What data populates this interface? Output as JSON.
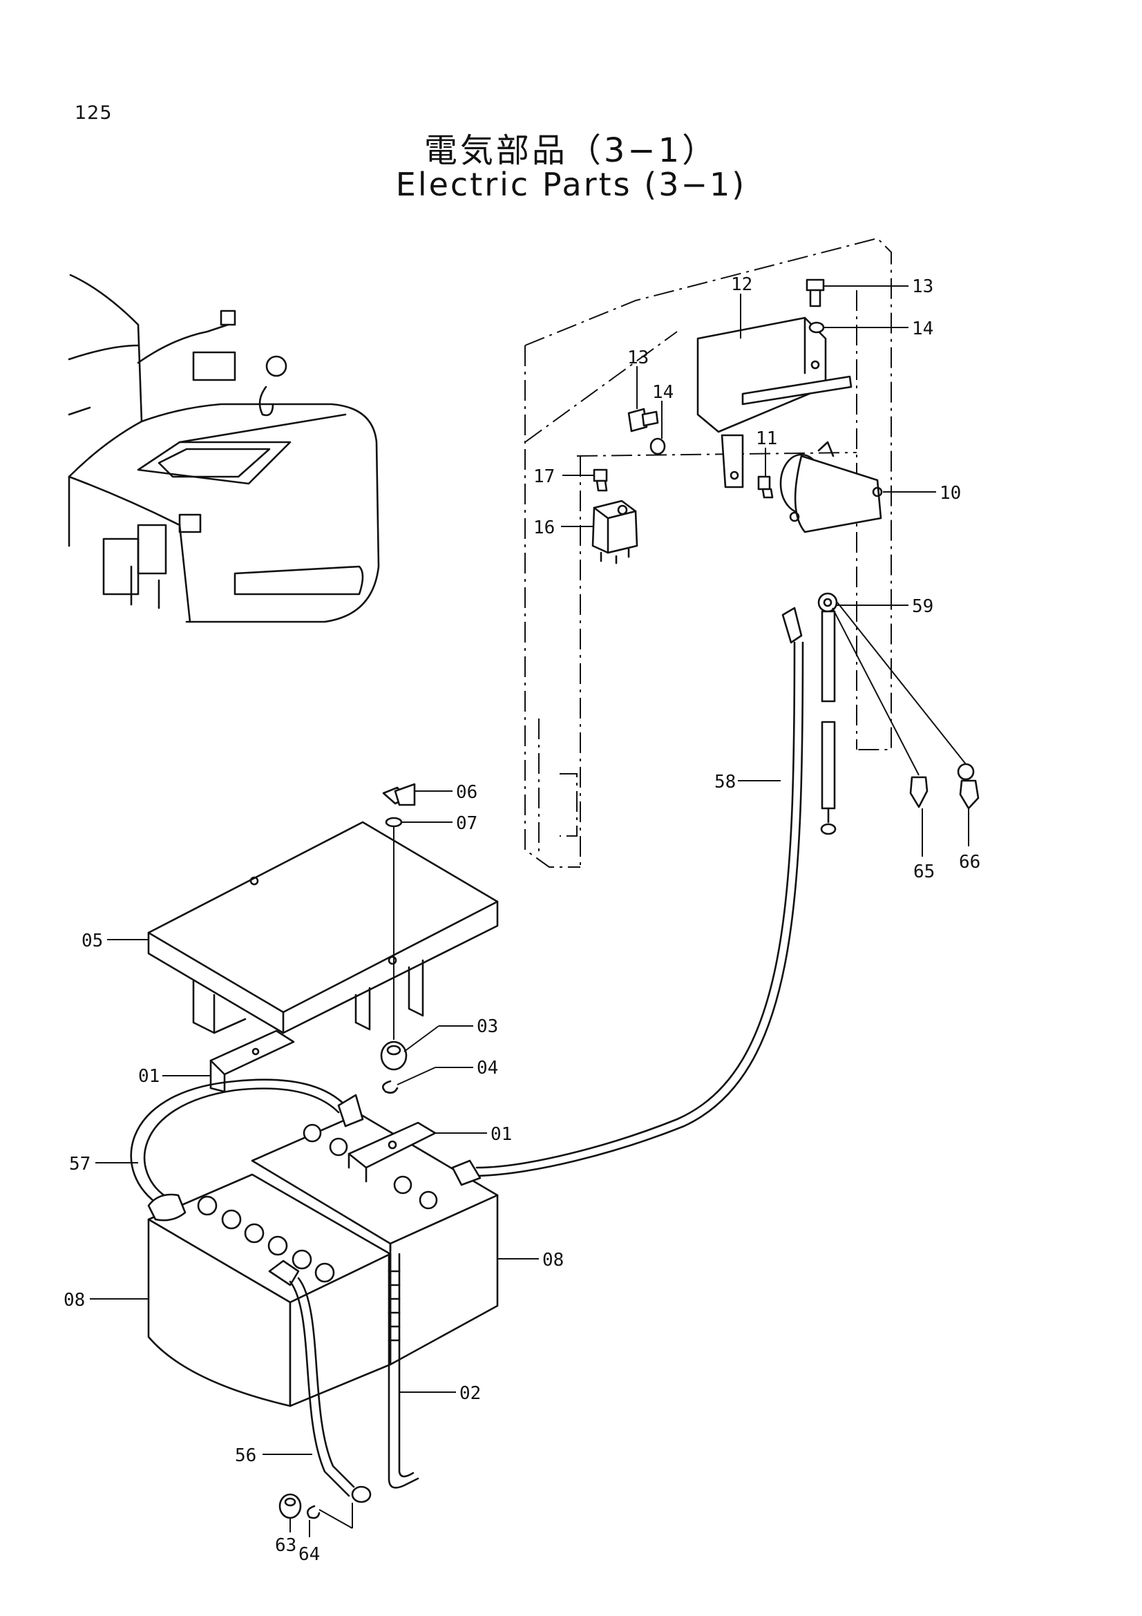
{
  "page": {
    "number": "125"
  },
  "title": {
    "japanese": "電気部品（3−1）",
    "english": "Electric Parts (3−1)"
  },
  "callouts": [
    "13",
    "14",
    "12",
    "13",
    "14",
    "17",
    "11",
    "10",
    "16",
    "59",
    "58",
    "65",
    "66",
    "06",
    "07",
    "05",
    "03",
    "01",
    "04",
    "01",
    "57",
    "08",
    "08",
    "02",
    "56",
    "63",
    "64"
  ]
}
